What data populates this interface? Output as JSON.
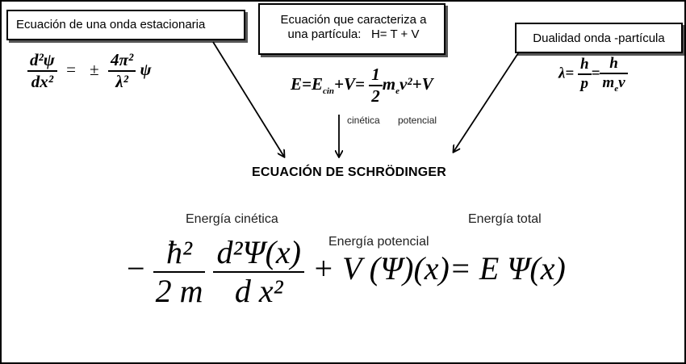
{
  "boxes": {
    "wave": "Ecuación de una onda estacionaria",
    "particle_line1": "Ecuación que caracteriza a",
    "particle_line2": "una partícula:",
    "particle_eq": "H=  T + V",
    "duality": "Dualidad onda -partícula"
  },
  "formulas": {
    "wave_num": "d²ψ",
    "wave_den": "dx²",
    "wave_op1": "=",
    "wave_op2": "±",
    "wave_rhs_num": "4π²",
    "wave_rhs_den": "λ²",
    "wave_tail": "ψ",
    "energy_lhs": "E=E",
    "energy_sub": "cin",
    "energy_mid": "+V=",
    "energy_half_num": "1",
    "energy_half_den": "2",
    "energy_m": "m",
    "energy_e": "e",
    "energy_v": "v²+V",
    "lambda_lhs": "λ=",
    "lambda_h1": "h",
    "lambda_p": "p",
    "lambda_eq2": "=",
    "lambda_h2": "h",
    "lambda_m": "m",
    "lambda_sub": "e",
    "lambda_v": "v"
  },
  "labels": {
    "cinetica": "cinética",
    "potencial": "potencial"
  },
  "title": "ECUACIÓN DE SCHRÖDINGER",
  "energy_labels": {
    "cinetica": "Energía cinética",
    "potencial": "Energía potencial",
    "total": "Energía total"
  },
  "schrodinger": {
    "minus": "−",
    "hbar_num": "ħ²",
    "two_m": "2 m",
    "d2psi": "d²Ψ(x)",
    "dx2": "d x²",
    "potential_term": "+ V (Ψ)(x)= ",
    "energy_term": "E Ψ(x)"
  }
}
